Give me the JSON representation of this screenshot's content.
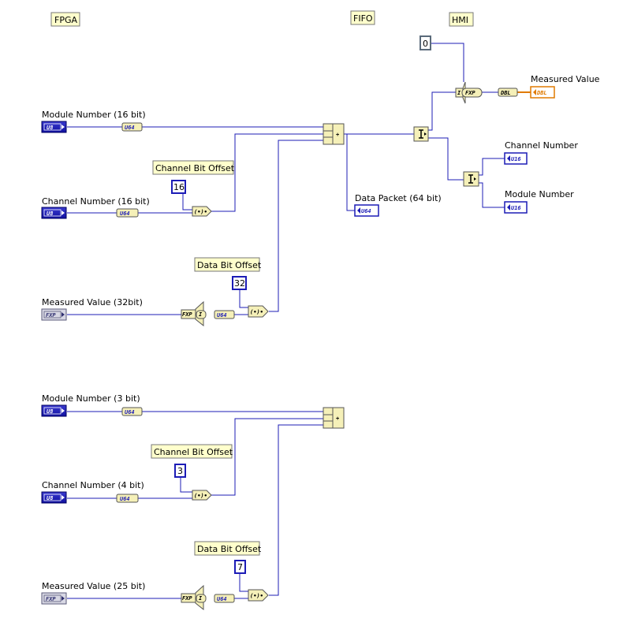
{
  "sections": {
    "fpga": "FPGA",
    "fifo": "FIFO",
    "hmi": "HMI"
  },
  "top": {
    "module_label": "Module Number (16 bit)",
    "channel_label": "Channel Number (16 bit)",
    "measured_label": "Measured Value (32bit)",
    "channel_offset_label": "Channel Bit Offset",
    "channel_offset_value": "16",
    "data_offset_label": "Data Bit Offset",
    "data_offset_value": "32",
    "packet_label": "Data Packet (64 bit)"
  },
  "hmi": {
    "zero_const": "0",
    "measured_out_label": "Measured Value",
    "channel_out_label": "Channel Number",
    "module_out_label": "Module Number"
  },
  "bottom": {
    "module_label": "Module Number (3 bit)",
    "channel_label": "Channel Number (4 bit)",
    "measured_label": "Measured Value (25 bit)",
    "channel_offset_label": "Channel Bit Offset",
    "channel_offset_value": "3",
    "data_offset_label": "Data Bit Offset",
    "data_offset_value": "7"
  },
  "types": {
    "u8": "U8",
    "u16": "U16",
    "u64": "U64",
    "fxp": "FXP",
    "dbl": "DBL",
    "dbl_conv": "DBL",
    "i": "I",
    "fxp_conv": "FXP",
    "plus": "+",
    "shift": "(•)•"
  },
  "colors": {
    "wire": "#1c1cb6",
    "dbl_wire": "#e07a00",
    "label_bg": "#ffffcc",
    "node_bg": "#f5f0b8"
  }
}
